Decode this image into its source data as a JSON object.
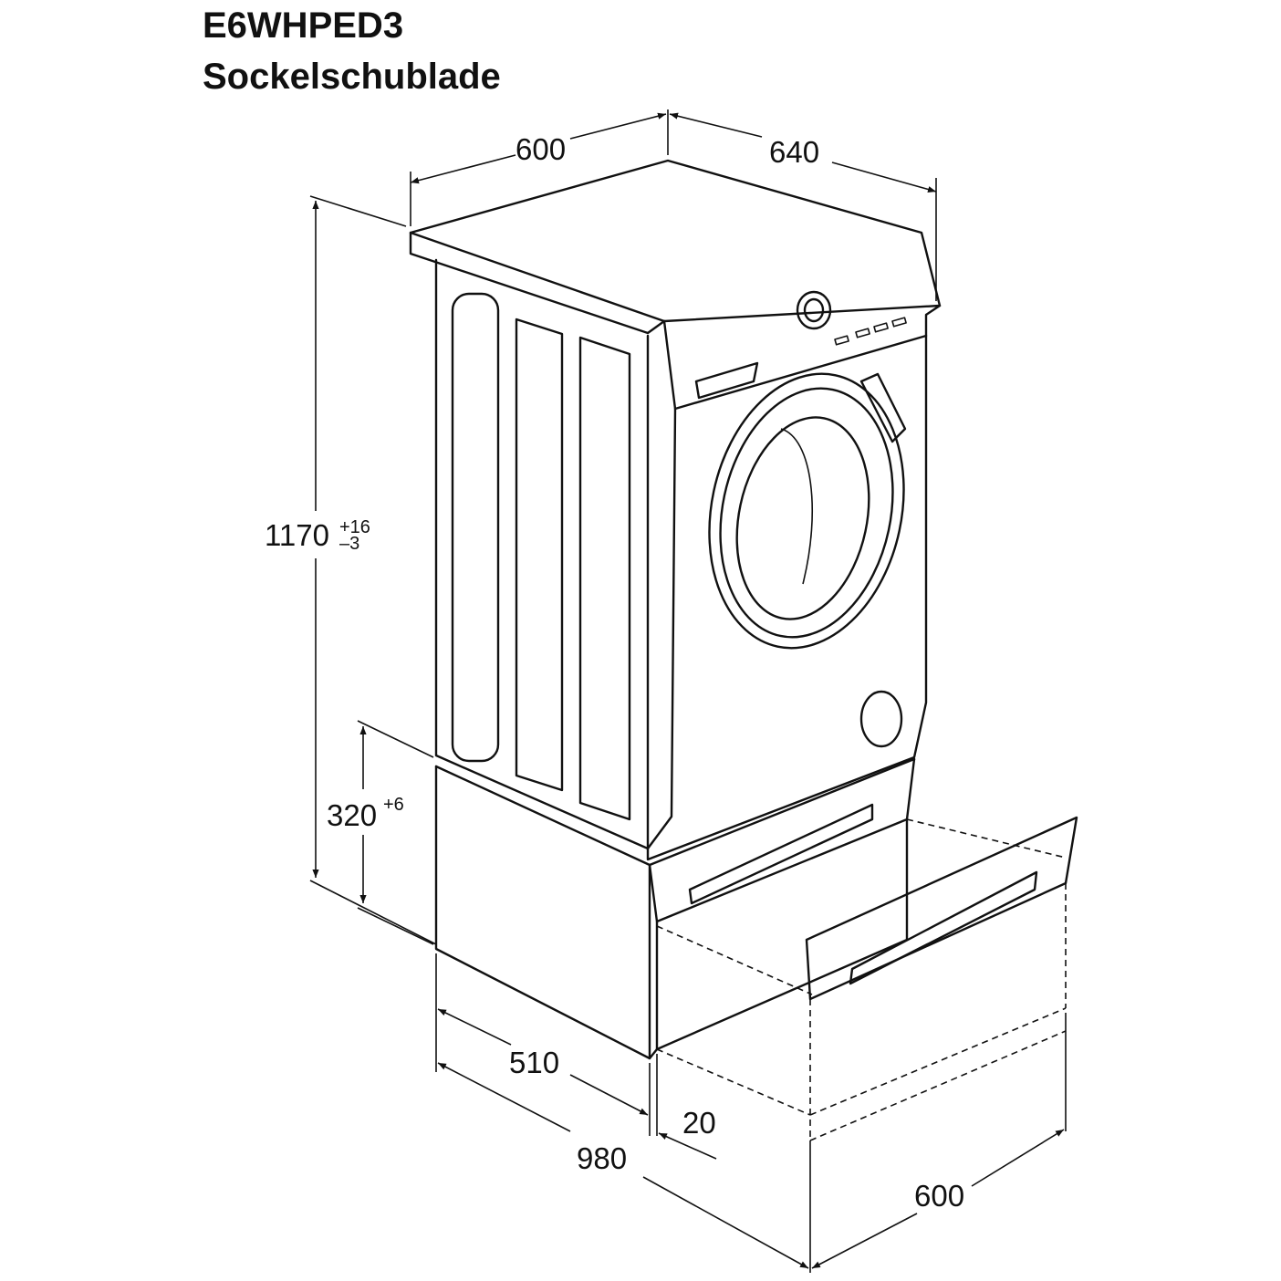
{
  "header": {
    "model": "E6WHPED3",
    "subtitle": "Sockelschublade"
  },
  "dimensions": {
    "width_top": "600",
    "depth_top": "640",
    "height_total": "1170",
    "height_total_tol_plus": "+16",
    "height_total_tol_minus": "–3",
    "pedestal_height": "320",
    "pedestal_tol": "+6",
    "pedestal_depth": "510",
    "overall_depth_open": "980",
    "drawer_offset": "20",
    "drawer_width": "600"
  }
}
